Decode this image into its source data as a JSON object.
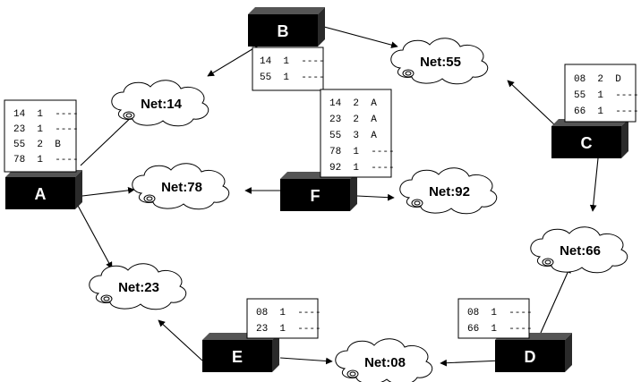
{
  "routers": [
    {
      "id": "A",
      "label": "A"
    },
    {
      "id": "B",
      "label": "B"
    },
    {
      "id": "C",
      "label": "C"
    },
    {
      "id": "D",
      "label": "D"
    },
    {
      "id": "E",
      "label": "E"
    },
    {
      "id": "F",
      "label": "F"
    }
  ],
  "networks": [
    {
      "id": "n14",
      "label": "Net:14"
    },
    {
      "id": "n55",
      "label": "Net:55"
    },
    {
      "id": "n78",
      "label": "Net:78"
    },
    {
      "id": "n92",
      "label": "Net:92"
    },
    {
      "id": "n66",
      "label": "Net:66"
    },
    {
      "id": "n23",
      "label": "Net:23"
    },
    {
      "id": "n08",
      "label": "Net:08"
    }
  ],
  "tables": {
    "A": [
      "14  1  ----",
      "23  1  ----",
      "55  2  B",
      "78  1  ----"
    ],
    "B": [
      "14  1  ----",
      "55  1  ----"
    ],
    "C": [
      "08  2  D",
      "55  1  ----",
      "66  1  ----"
    ],
    "D": [
      "08  1  ----",
      "66  1  ----"
    ],
    "E": [
      "08  1  ----",
      "23  1  ----"
    ],
    "F": [
      "14  2  A",
      "23  2  A",
      "55  3  A",
      "78  1  ----",
      "92  1  ----"
    ]
  },
  "colors": {
    "router_fill": "#000000",
    "router_side": "#3a3a3a",
    "line": "#000000"
  }
}
